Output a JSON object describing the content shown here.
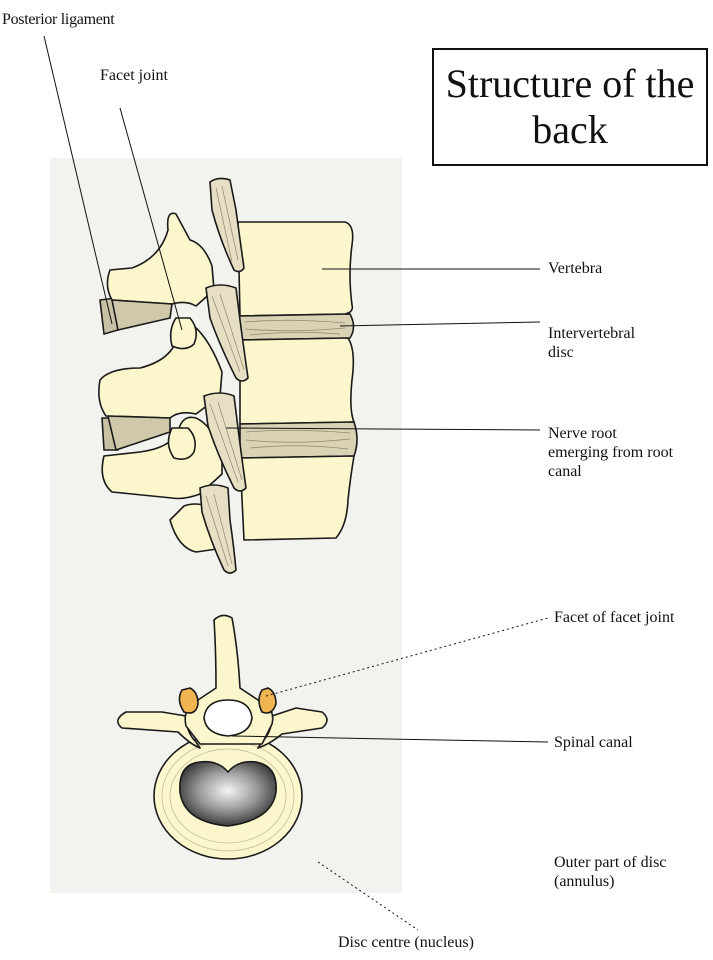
{
  "title": "Structure of the\nback",
  "labels": {
    "posterior_ligament": "Posterior ligament",
    "facet_joint": "Facet joint",
    "vertebra": "Vertebra",
    "intervertebral_disc": "Intervertebral\ndisc",
    "nerve_root": "Nerve root\nemerging from root\ncanal",
    "facet_of_facet_joint": "Facet of facet joint",
    "spinal_canal": "Spinal canal",
    "outer_part_of_disc": "Outer part of disc\n(annulus)",
    "disc_centre": "Disc centre (nucleus)"
  },
  "colors": {
    "bone": "#fbf6cc",
    "bone_outline": "#1a1a1a",
    "disc": "#d9d2b4",
    "ligament": "#c8c1a4",
    "facet": "#f0b550",
    "nucleus": "#7a7a7a",
    "panel_bg": "#f1f1ec"
  }
}
